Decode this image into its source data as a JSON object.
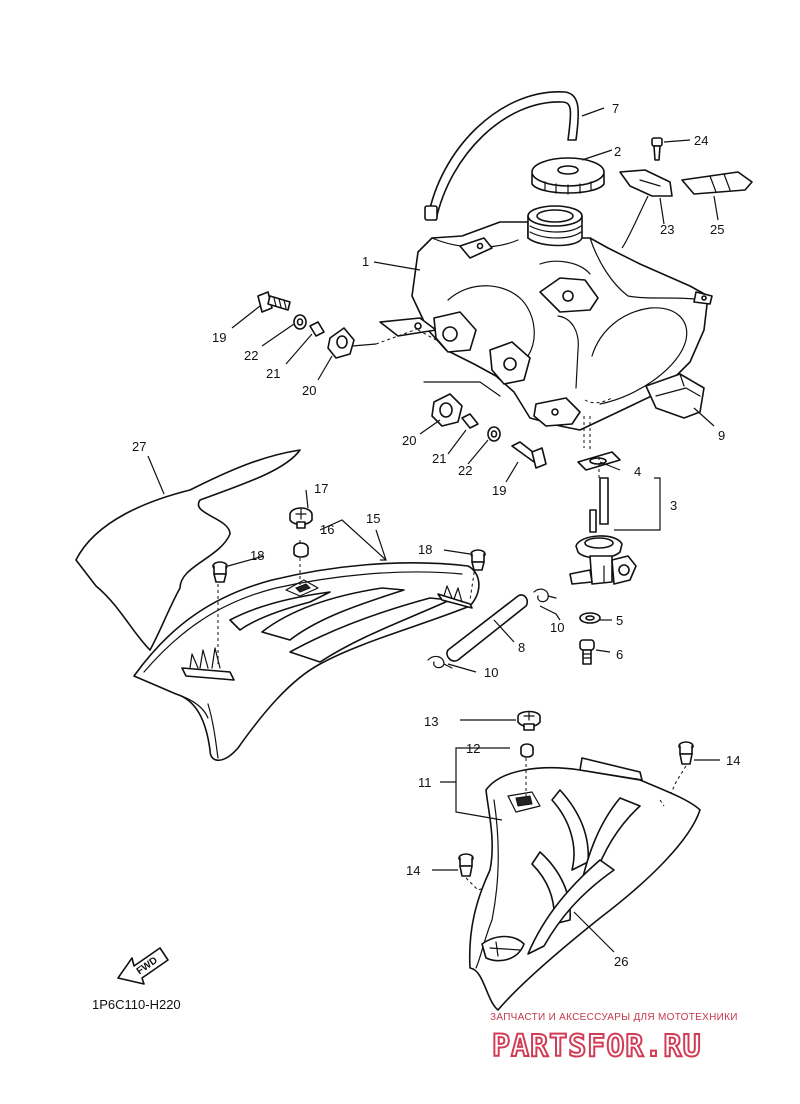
{
  "diagram": {
    "code": "1P6C110-H220",
    "direction_label": "FWD",
    "callouts": {
      "c1": "1",
      "c2": "2",
      "c3": "3",
      "c4": "4",
      "c5": "5",
      "c6": "6",
      "c7": "7",
      "c8": "8",
      "c9": "9",
      "c10a": "10",
      "c10b": "10",
      "c11": "11",
      "c12": "12",
      "c13": "13",
      "c14a": "14",
      "c14b": "14",
      "c15": "15",
      "c16": "16",
      "c17": "17",
      "c18a": "18",
      "c18b": "18",
      "c19a": "19",
      "c19b": "19",
      "c20a": "20",
      "c20b": "20",
      "c21a": "21",
      "c21b": "21",
      "c22a": "22",
      "c22b": "22",
      "c23": "23",
      "c24": "24",
      "c25": "25",
      "c26": "26",
      "c27": "27"
    }
  },
  "watermark": {
    "tagline": "ЗАПЧАСТИ И АКСЕССУАРЫ ДЛЯ МОТОТЕХНИКИ",
    "logo": "PARTSFOR.RU"
  },
  "colors": {
    "line": "#111111",
    "watermark": "#d13c55"
  }
}
